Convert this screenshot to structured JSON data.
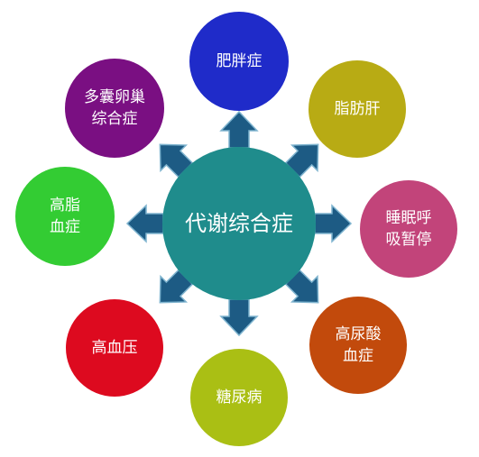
{
  "center": {
    "label": "代谢综合症",
    "color": "#1f8c8c"
  },
  "nodes": [
    {
      "id": "obesity",
      "lines": [
        "肥胖症"
      ],
      "color": "#1f2bc9"
    },
    {
      "id": "fatty-liver",
      "lines": [
        "脂肪肝"
      ],
      "color": "#b8ab14"
    },
    {
      "id": "sleep-apnea",
      "lines": [
        "睡眠呼",
        "吸暂停"
      ],
      "color": "#c2447a"
    },
    {
      "id": "hyperuricemia",
      "lines": [
        "高尿酸",
        "血症"
      ],
      "color": "#c24a0c"
    },
    {
      "id": "diabetes",
      "lines": [
        "糖尿病"
      ],
      "color": "#aabf14"
    },
    {
      "id": "hypertension",
      "lines": [
        "高血压"
      ],
      "color": "#dd0a1f"
    },
    {
      "id": "hyperlipidemia",
      "lines": [
        "高脂",
        "血症"
      ],
      "color": "#33cc33"
    },
    {
      "id": "pcos",
      "lines": [
        "多囊卵巢",
        "综合症"
      ],
      "color": "#7a0f82"
    }
  ],
  "arrow_color": "#1d5b84"
}
